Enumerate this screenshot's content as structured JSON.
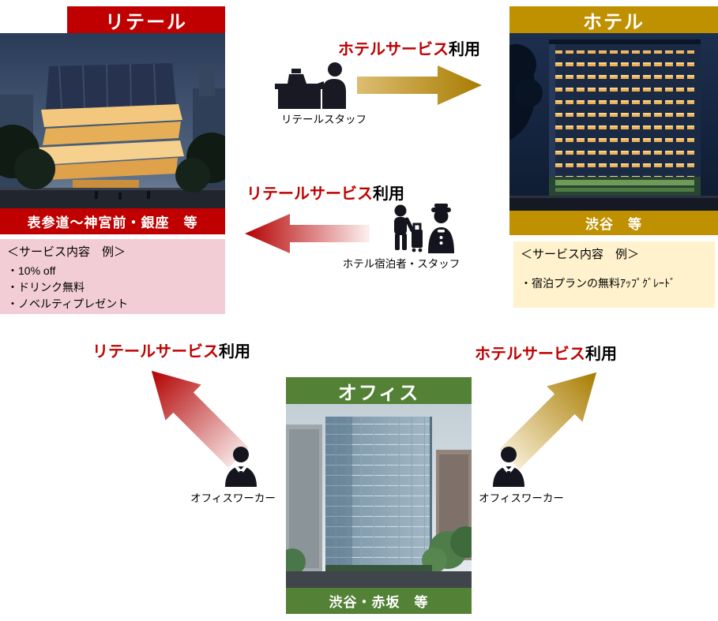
{
  "colors": {
    "retail_red": "#C00000",
    "hotel_gold": "#BF9000",
    "office_green": "#538135",
    "retail_box_pink": "#F2CDD6",
    "hotel_box_yellow": "#FFF2CC"
  },
  "retail": {
    "title": "リテール",
    "location": "表参道～神宮前・銀座　等",
    "service_header": "＜サービス内容　例＞",
    "service_items": [
      "・10% off",
      "・ドリンク無料",
      "・ノベルティプレゼント"
    ]
  },
  "hotel": {
    "title": "ホテル",
    "location": "渋谷　等",
    "service_header": "＜サービス内容　例＞",
    "service_items": [
      "・宿泊プランの無料ｱｯﾌﾟｸﾞﾚｰﾄﾞ"
    ]
  },
  "office": {
    "title": "オフィス",
    "location": "渋谷・赤坂　等"
  },
  "flows": {
    "retail_to_hotel": {
      "highlight": "ホテルサービス",
      "suffix": "利用",
      "actor": "リテールスタッフ"
    },
    "hotel_to_retail": {
      "highlight": "リテールサービス",
      "suffix": "利用",
      "actor": "ホテル宿泊者・スタッフ"
    },
    "office_to_retail": {
      "highlight": "リテールサービス",
      "suffix": "利用",
      "actor": "オフィスワーカー"
    },
    "office_to_hotel": {
      "highlight": "ホテルサービス",
      "suffix": "利用",
      "actor": "オフィスワーカー"
    }
  },
  "icons": {
    "retail_staff_icon": "person-at-register",
    "hotel_guest_icon": "traveler-with-suitcase-and-bellhop",
    "office_worker_icon": "business-person-bust",
    "gold_arrow": "block-arrow-gold-gradient",
    "red_arrow": "block-arrow-red-gradient"
  }
}
